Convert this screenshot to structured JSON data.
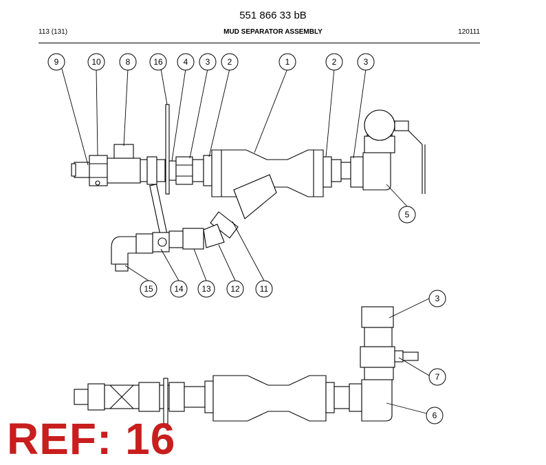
{
  "header": {
    "doc_number": "551 866 33 bB",
    "page_ref": "113 (131)",
    "title": "MUD SEPARATOR ASSEMBLY",
    "date_code": "120111"
  },
  "callouts_top": [
    "9",
    "10",
    "8",
    "16",
    "4",
    "3",
    "2",
    "1",
    "2",
    "3",
    "5",
    "15",
    "14",
    "13",
    "12",
    "11"
  ],
  "callouts_bottom": [
    "3",
    "7",
    "6"
  ],
  "ref_label": "REF: 16"
}
